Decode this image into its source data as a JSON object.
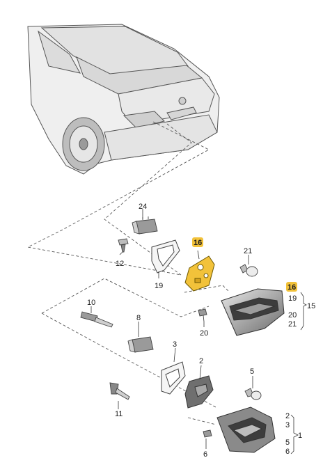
{
  "callouts": {
    "c24": "24",
    "c16a": "16",
    "c21a": "21",
    "c12": "12",
    "c19a": "19",
    "c16b": "16",
    "c19b": "19",
    "c15": "15",
    "c20a": "20",
    "c20b": "20",
    "c21b": "21",
    "c10": "10",
    "c8": "8",
    "c3": "3",
    "c2": "2",
    "c5a": "5",
    "c11": "11",
    "c2b": "2",
    "c3b": "3",
    "c1": "1",
    "c5b": "5",
    "c6a": "6",
    "c6b": "6"
  },
  "colors": {
    "highlight": "#f2c23a",
    "line": "#333333",
    "dash": "#555555"
  }
}
